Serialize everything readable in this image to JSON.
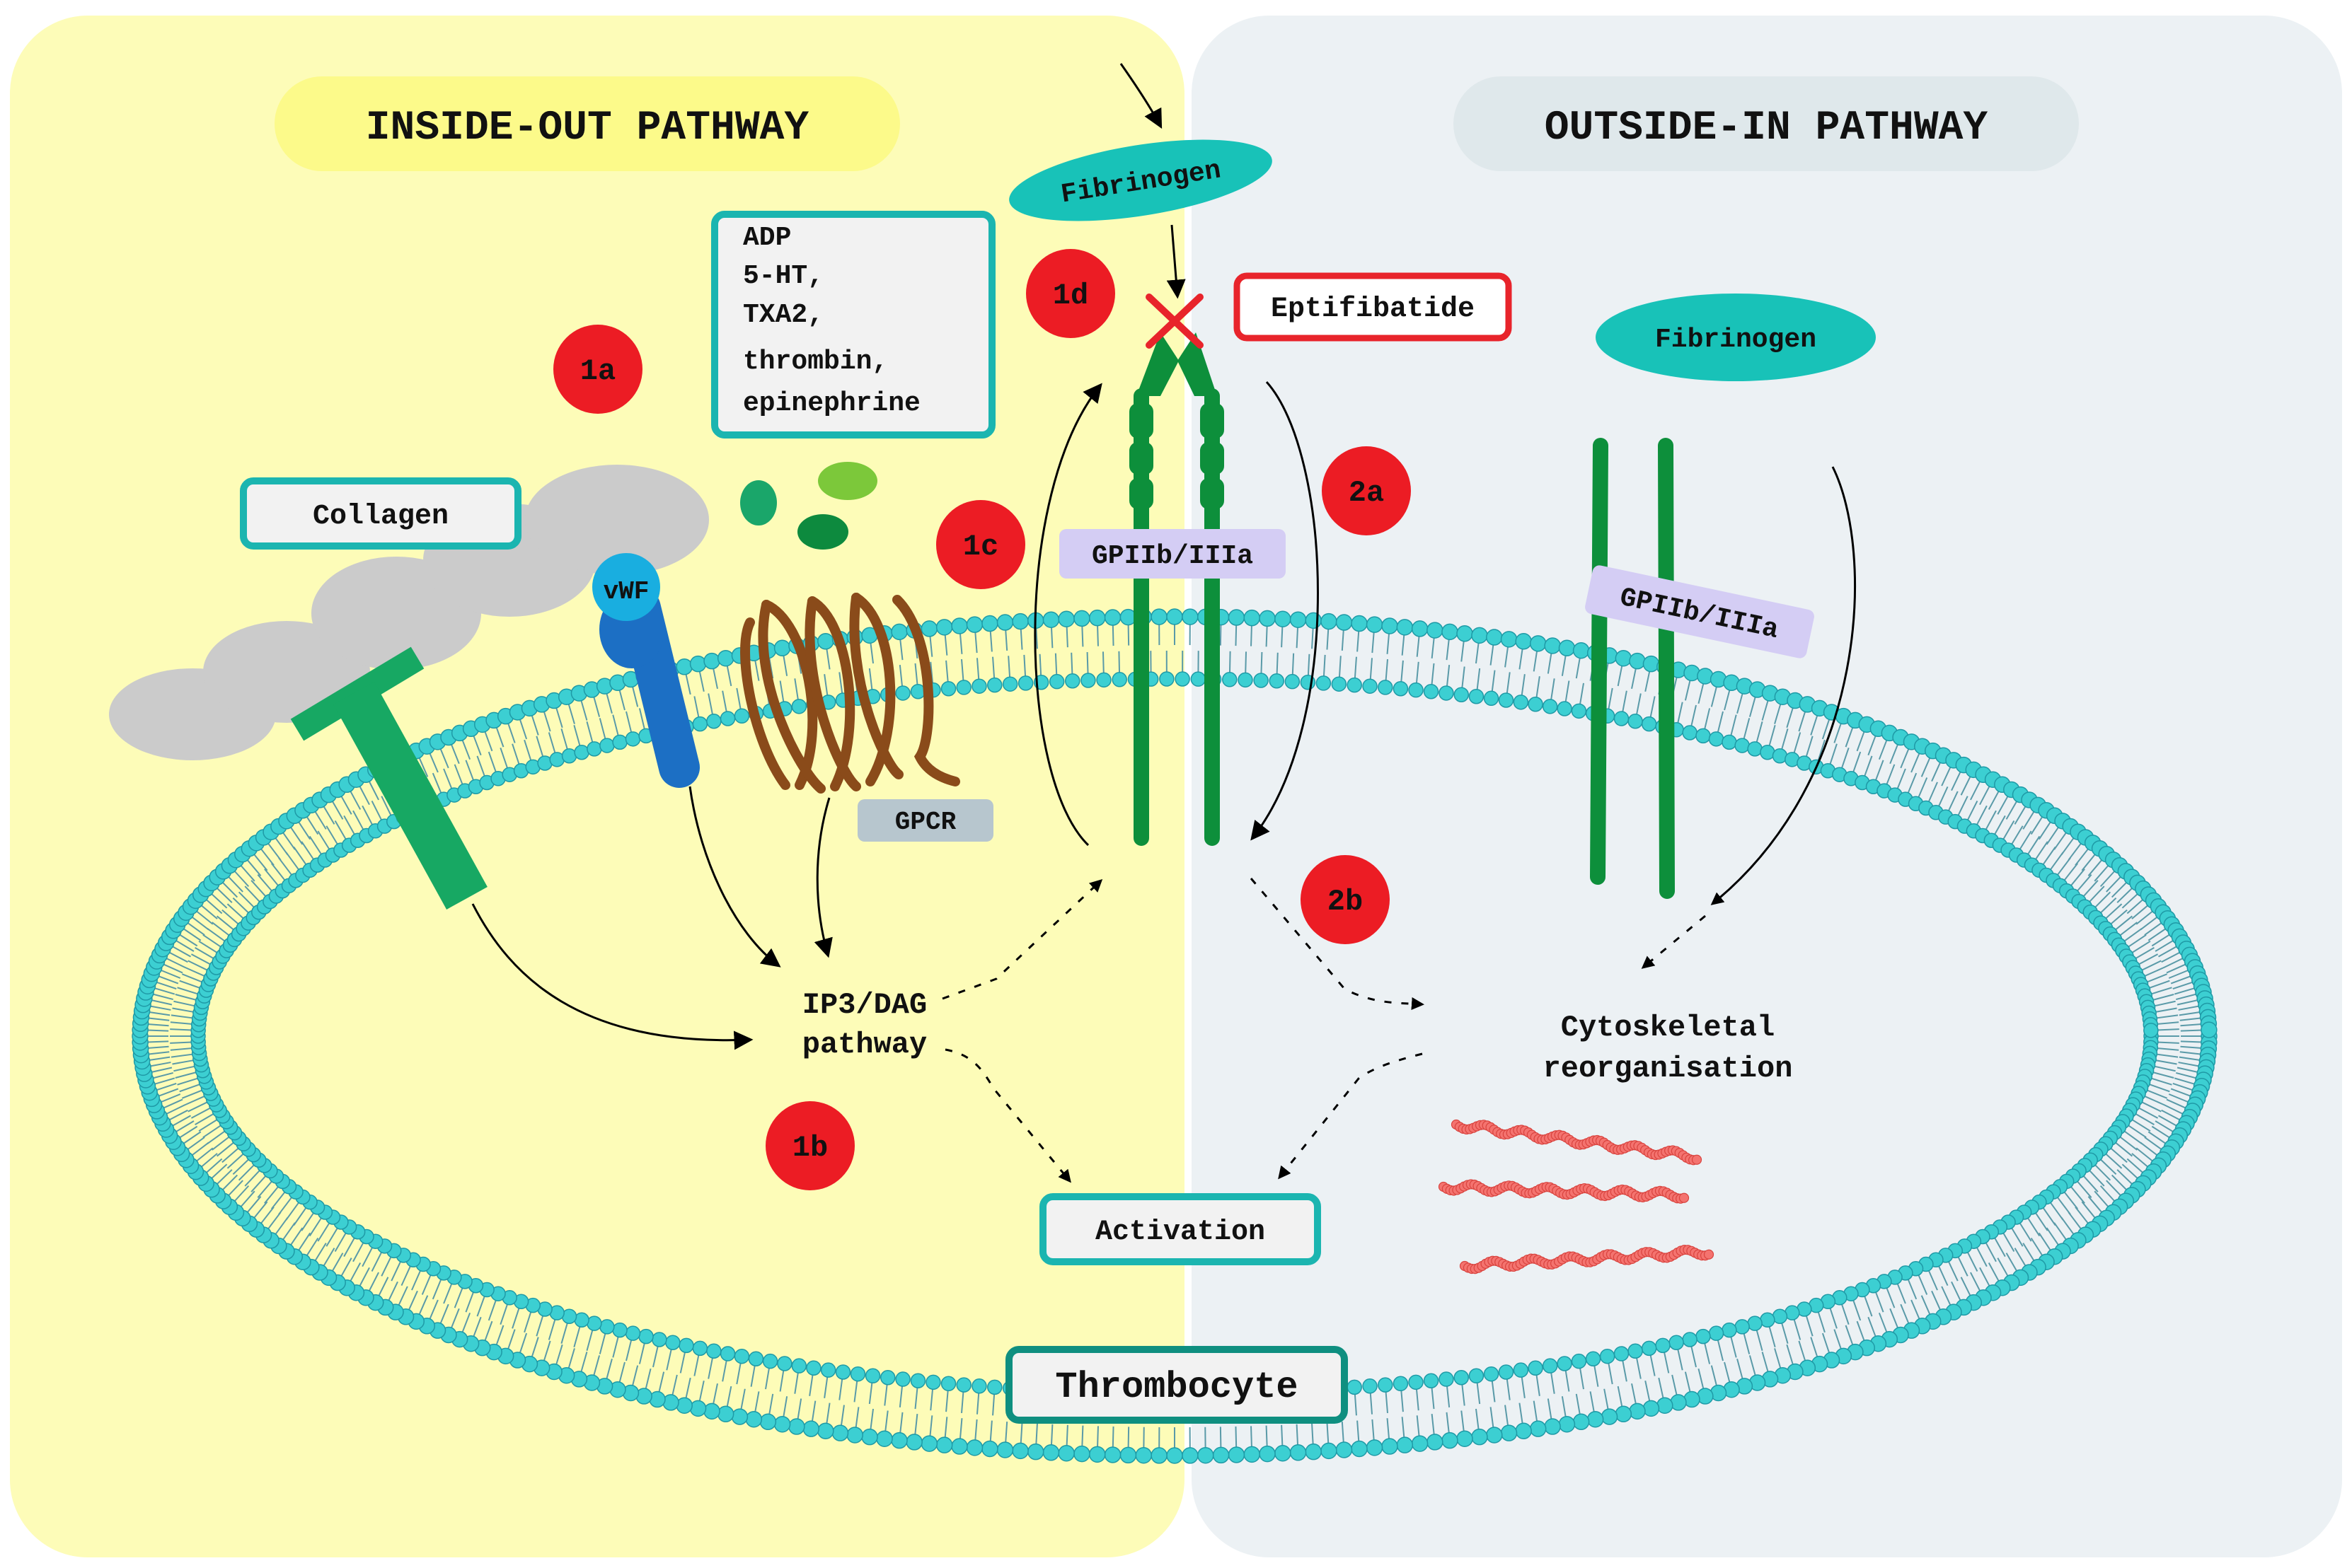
{
  "panels": {
    "inside_out": {
      "title": "INSIDE-OUT PATHWAY"
    },
    "outside_in": {
      "title": "OUTSIDE-IN PATHWAY"
    }
  },
  "agonists": [
    "ADP",
    "5-HT,",
    "TXA2,",
    "thrombin,",
    "epinephrine"
  ],
  "labels": {
    "collagen": "Collagen",
    "vwf": "vWF",
    "gpcr": "GPCR",
    "fibrinogen_left": "Fibrinogen",
    "fibrinogen_right": "Fibrinogen",
    "eptifibatide": "Eptifibatide",
    "gpiib_left": "GPIIb/IIIa",
    "gpiib_right": "GPIIb/IIIa",
    "ip3_line1": "IP3/DAG",
    "ip3_line2": "pathway",
    "cyto_line1": "Cytoskeletal",
    "cyto_line2": "reorganisation",
    "activation": "Activation",
    "thrombocyte": "Thrombocyte"
  },
  "steps": {
    "s1a": "1a",
    "s1b": "1b",
    "s1c": "1c",
    "s1d": "1d",
    "s2a": "2a",
    "s2b": "2b"
  },
  "colors": {
    "left_panel": "#fdfcb8",
    "right_panel": "#ecf1f4",
    "membrane_head": "#3ccfd2",
    "membrane_tail": "#5a9aa8",
    "integrin": "#0d8f3b",
    "collagen_receptor": "#17a863",
    "vwf": "#1c6fc4",
    "gpcr": "#8a4b1a",
    "step_badge": "#ec1c24",
    "teal_border": "#1bb5b0",
    "fibrinogen": "#18c2b8"
  }
}
